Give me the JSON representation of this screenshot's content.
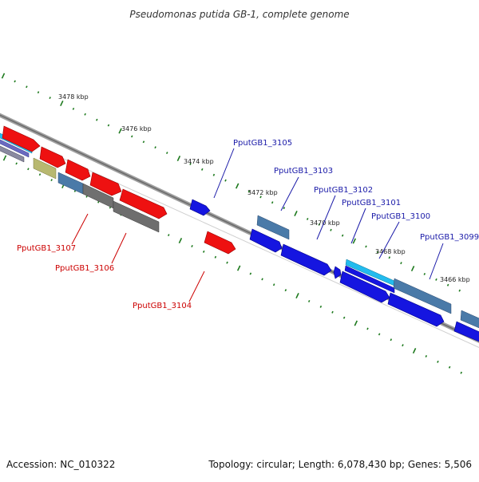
{
  "title": "Pseudomonas putida GB-1, complete genome",
  "footer": {
    "accession": "Accession: NC_010322",
    "summary": "Topology: circular; Length: 6,078,430 bp; Genes: 5,506"
  },
  "scale_labels": [
    "3478 kbp",
    "3476 kbp",
    "3474 kbp",
    "3472 kbp",
    "3470 kbp",
    "3468 kbp",
    "3466 kbp"
  ],
  "gene_labels": {
    "forward": [
      "PputGB1_3105",
      "PputGB1_3103",
      "PputGB1_3102",
      "PputGB1_3101",
      "PputGB1_3100",
      "PputGB1_3099"
    ],
    "reverse": [
      "PputGB1_3107",
      "PputGB1_3106",
      "PputGB1_3104"
    ]
  },
  "colors": {
    "forward_label": "#1a1aa8",
    "reverse_label": "#cc0000",
    "tick": "#1e7a1e",
    "backbone": "#808080",
    "red_gene": "#ee1111",
    "blue_gene": "#1515e0",
    "steel_gene": "#4a7aa8",
    "cyan_gene": "#22bbee",
    "gray_gene": "#707070",
    "khaki_gene": "#b8b870"
  }
}
